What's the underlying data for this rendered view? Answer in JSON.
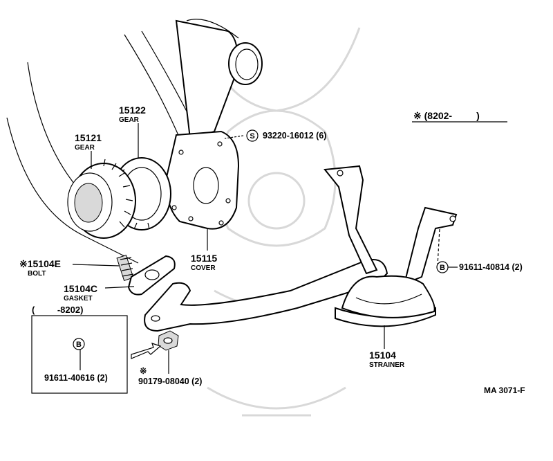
{
  "diagram": {
    "variant_header": "※ (8202-         )",
    "legacy_box_title": "(         -8202)",
    "figure_code": "MA 3071-F",
    "callouts": [
      {
        "id": "15122",
        "number": "15122",
        "name": "GEAR"
      },
      {
        "id": "15121",
        "number": "15121",
        "name": "GEAR"
      },
      {
        "id": "15115",
        "number": "15115",
        "name": "COVER"
      },
      {
        "id": "15104E",
        "number": "※15104E",
        "name": "BOLT"
      },
      {
        "id": "15104C",
        "number": "15104C",
        "name": "GASKET"
      },
      {
        "id": "15104",
        "number": "15104",
        "name": "STRAINER"
      }
    ],
    "fasteners": [
      {
        "id": "screw",
        "symbol": "S",
        "number": "93220-16012 (6)"
      },
      {
        "id": "bolt-right",
        "symbol": "B",
        "number": "91611-40814 (2)"
      },
      {
        "id": "bolt-box",
        "symbol": "B",
        "number": "91611-40616 (2)"
      },
      {
        "id": "nut",
        "prefix": "※",
        "number": "90179-08040 (2)"
      }
    ]
  }
}
